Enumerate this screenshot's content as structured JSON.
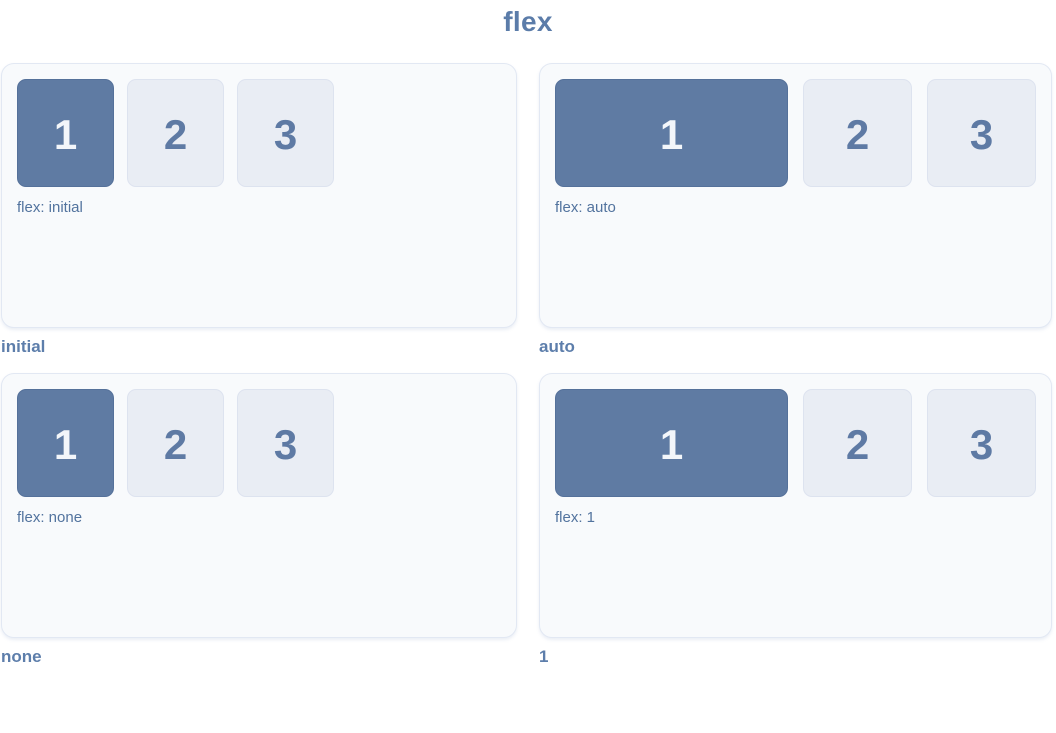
{
  "title": "flex",
  "colors": {
    "title_text": "#5b7ca9",
    "panel_background": "#f8fafc",
    "panel_border": "#e2e8f3",
    "box_accent_background": "#5f7ba3",
    "box_accent_text": "#f3f6fa",
    "box_muted_background": "#e9edf4",
    "box_muted_border": "#dde3ef",
    "box_muted_text": "#5e7aa4",
    "caption_text": "#52739e",
    "label_text": "#5d7eab"
  },
  "examples": [
    {
      "caption": "flex: initial",
      "label": "initial",
      "items": [
        "1",
        "2",
        "3"
      ]
    },
    {
      "caption": "flex: auto",
      "label": "auto",
      "items": [
        "1",
        "2",
        "3"
      ]
    },
    {
      "caption": "flex: none",
      "label": "none",
      "items": [
        "1",
        "2",
        "3"
      ]
    },
    {
      "caption": "flex: 1",
      "label": "1",
      "items": [
        "1",
        "2",
        "3"
      ]
    }
  ]
}
